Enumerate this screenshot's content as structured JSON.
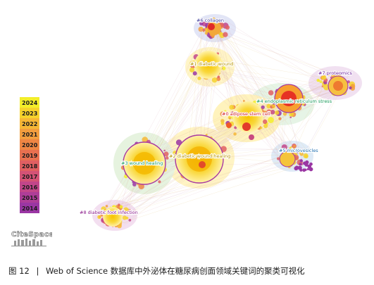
{
  "figure": {
    "caption_label": "图 12",
    "caption_sep": "|",
    "caption_text": "Web of Science 数据库中外泌体在糖尿病创面领域关键词的聚类可视化",
    "logo_text": "CiteSpace"
  },
  "chart_data": {
    "type": "network",
    "clusters": [
      {
        "id": "6",
        "label": "#6 collagen",
        "color": "#3b3b9a"
      },
      {
        "id": "1",
        "label": "#1 diabetic wound",
        "color": "#c9a300"
      },
      {
        "id": "7",
        "label": "#7 proteomics",
        "color": "#6a1b9a"
      },
      {
        "id": "4",
        "label": "#4 endoplasmic reticulum stress",
        "color": "#1a9a5a"
      },
      {
        "id": "0",
        "label": "#0 adipose stem cell",
        "color": "#d02020"
      },
      {
        "id": "2",
        "label": "#2 diabetic wound healing",
        "color": "#c9a300"
      },
      {
        "id": "3",
        "label": "#3 wound healing",
        "color": "#1a9a5a"
      },
      {
        "id": "5",
        "label": "#5 microvesicles",
        "color": "#1f6fb0"
      },
      {
        "id": "8",
        "label": "#8 diabetic foot infection",
        "color": "#8a1a8a"
      }
    ],
    "legend": {
      "years": [
        "2024",
        "2023",
        "2022",
        "2021",
        "2020",
        "2019",
        "2018",
        "2017",
        "2016",
        "2015",
        "2014"
      ],
      "colors": [
        "#f3ee2a",
        "#f6d22c",
        "#f6b736",
        "#f29e3e",
        "#ee8644",
        "#e87050",
        "#e05f62",
        "#d45276",
        "#c2468a",
        "#ae3d98",
        "#9a36a3"
      ]
    }
  }
}
